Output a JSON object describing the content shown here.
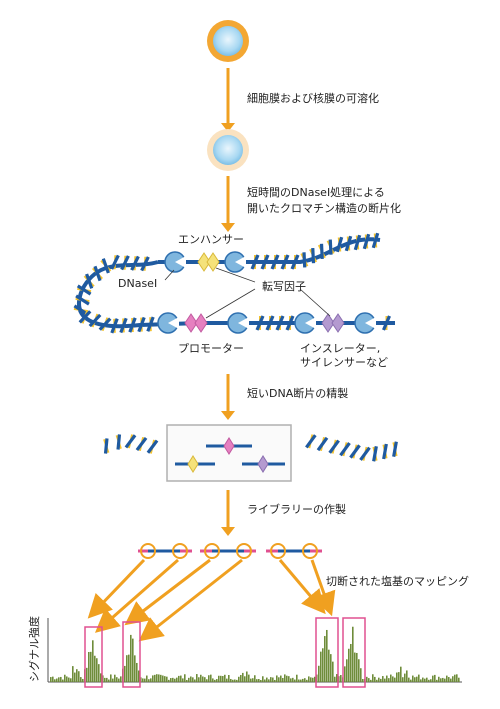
{
  "steps": {
    "s1": "細胞膜および核膜の可溶化",
    "s2a": "短時間のDNaseⅠ処理による",
    "s2b": "開いたクロマチン構造の断片化",
    "s3": "短いDNA断片の精製",
    "s4": "ライブラリーの作製",
    "s5": "切断された塩基のマッピング"
  },
  "labels": {
    "enhancer": "エンハンサー",
    "dnase": "DNaseⅠ",
    "tf": "転写因子",
    "promoter": "プロモーター",
    "insulator_a": "インスレーター,",
    "insulator_b": "サイレンサーなど"
  },
  "chart_data": {
    "type": "area",
    "ylabel": "シグナル強度",
    "peaks": 4
  },
  "colors": {
    "arrow": "#f0a020",
    "dna_backbone": "#1f5aa0",
    "dna_rung": "#f2c230",
    "dnase": "#7fb6de",
    "promoter": "#e680c0",
    "enhancer": "#f5e27a",
    "insulator": "#b49ad0",
    "signal": "#6e8c3a",
    "highlight": "#e05090"
  }
}
